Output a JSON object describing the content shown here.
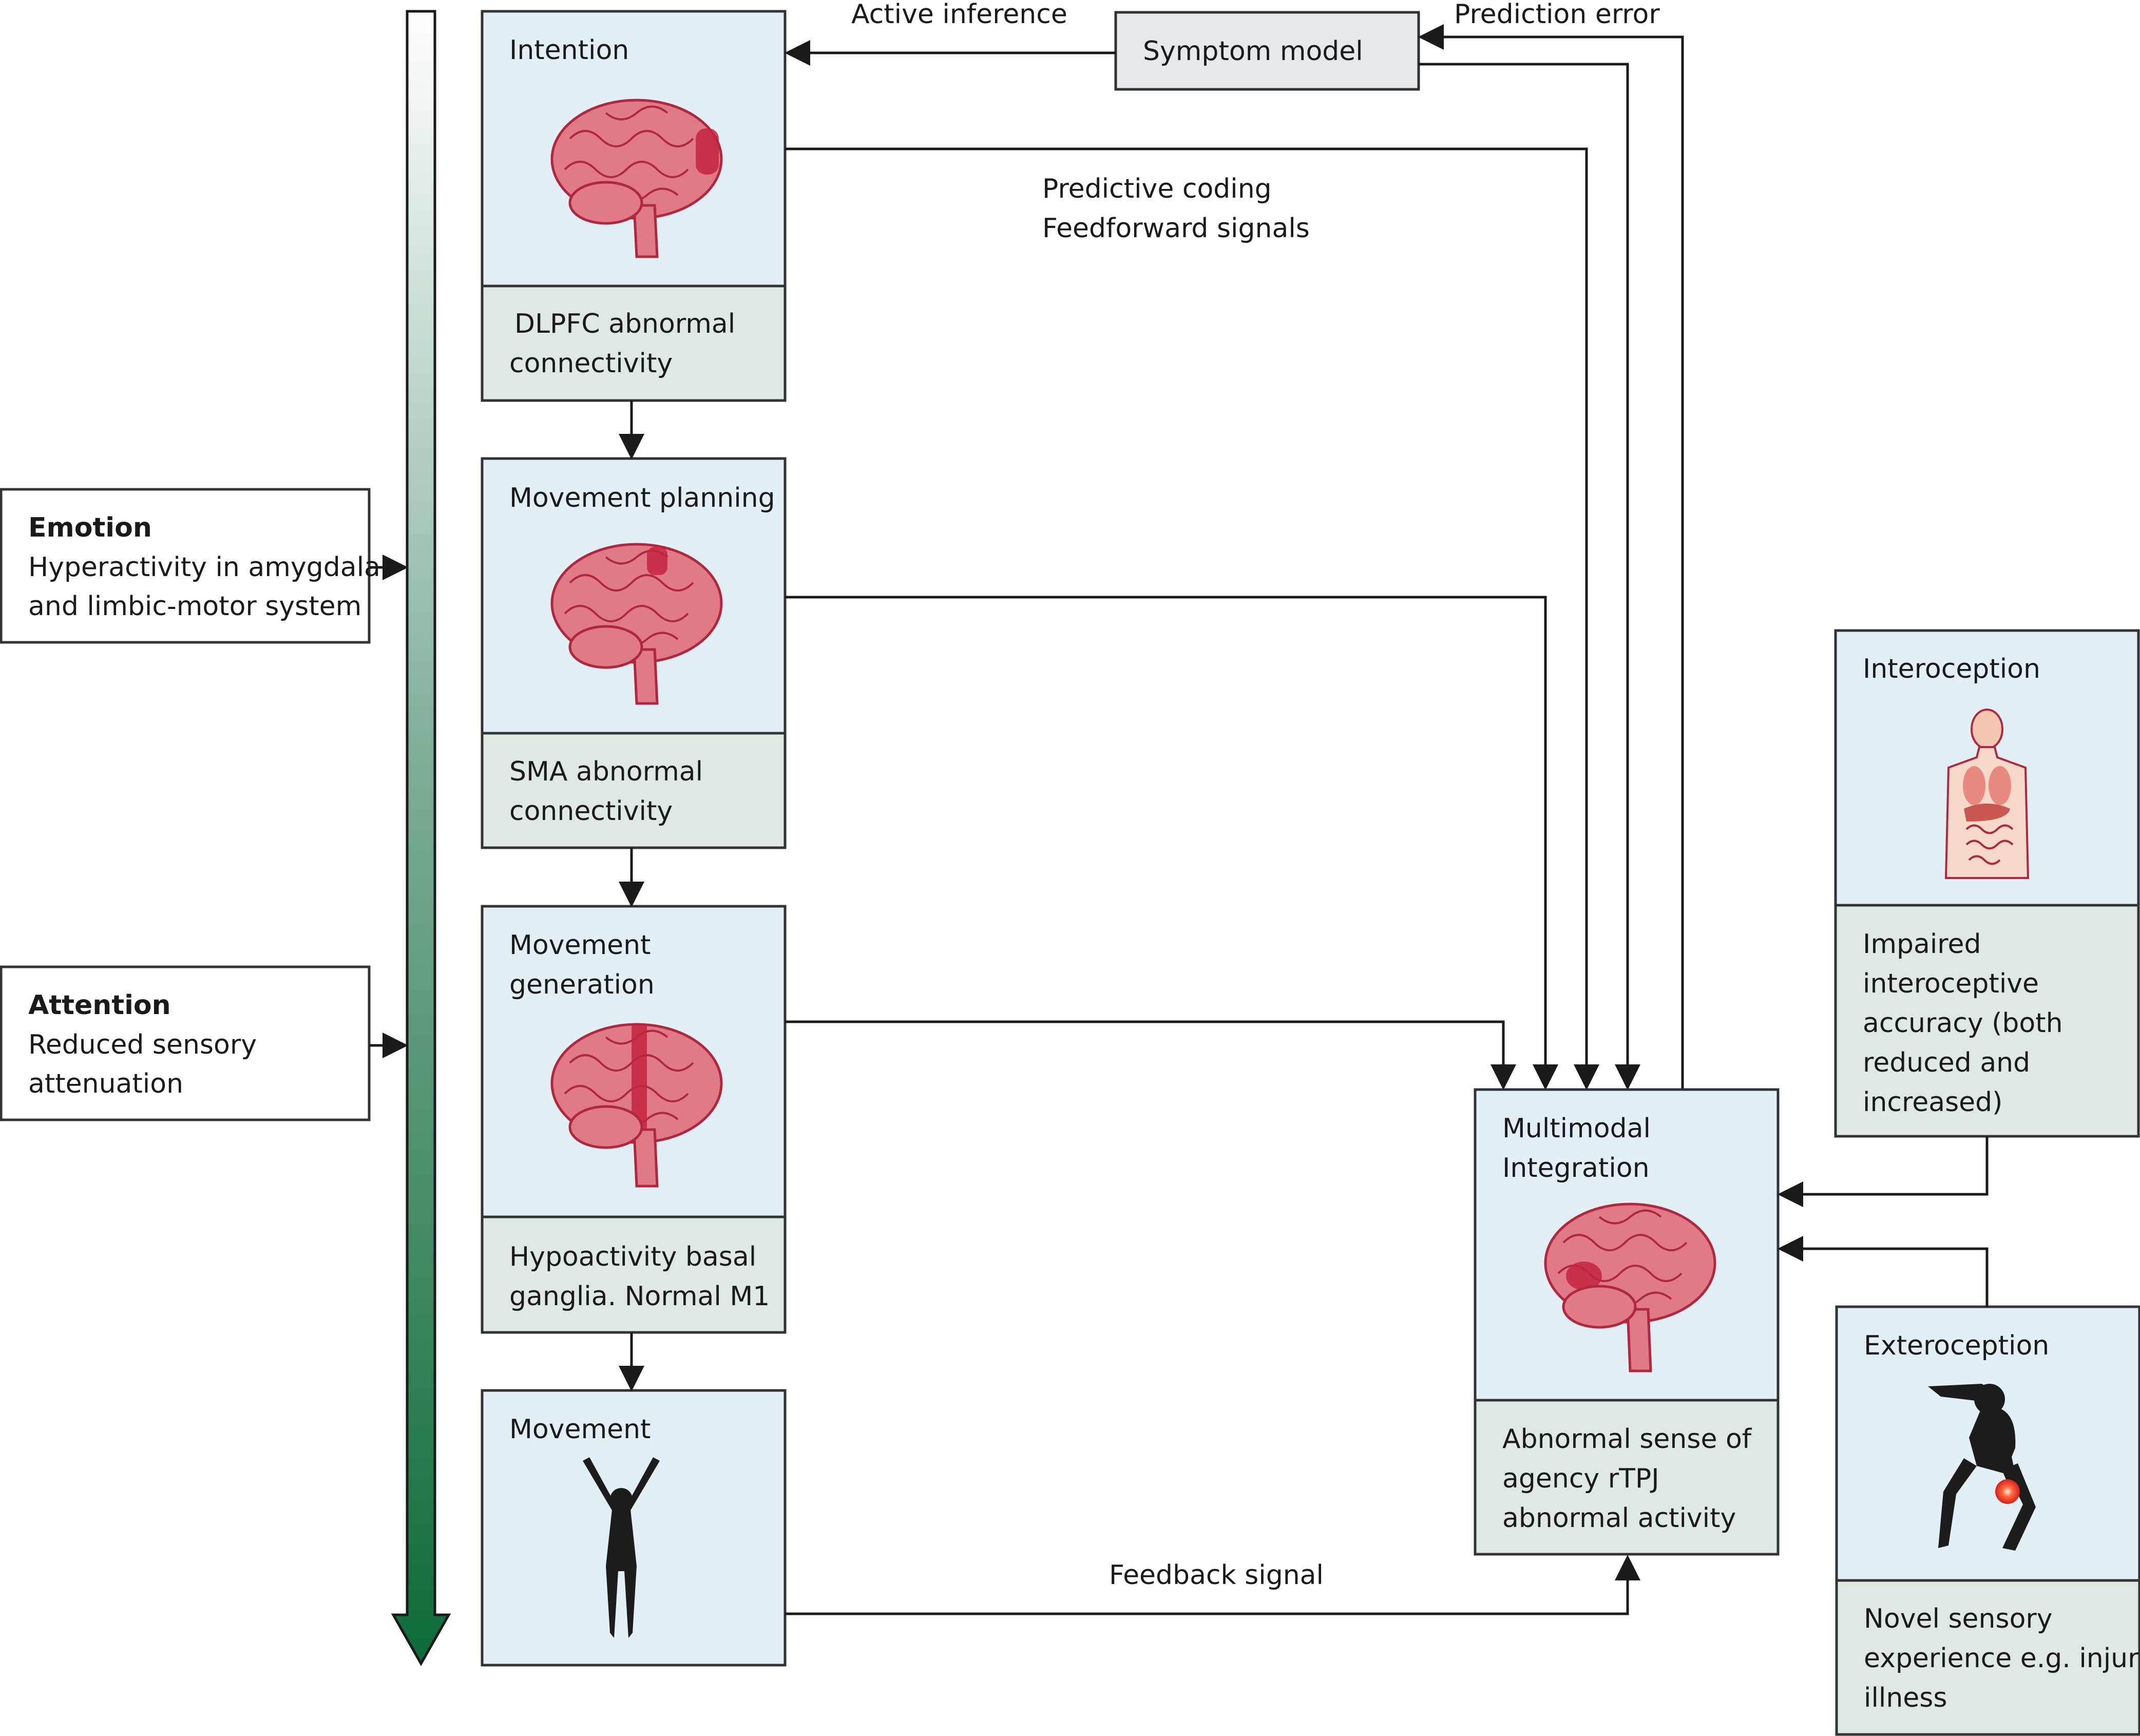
{
  "diagram": {
    "nodes": {
      "intention": {
        "title": "Intention",
        "caption": [
          "DLPFC abnormal",
          "connectivity"
        ]
      },
      "planning": {
        "title": "Movement planning",
        "caption": [
          "SMA abnormal",
          "connectivity"
        ]
      },
      "generation": {
        "title": [
          "Movement",
          "generation"
        ],
        "caption": [
          "Hypoactivity basal",
          "ganglia. Normal M1"
        ]
      },
      "movement": {
        "title": "Movement"
      },
      "integration": {
        "title": [
          "Multimodal",
          "Integration"
        ],
        "caption": [
          "Abnormal sense of",
          "agency rTPJ",
          "abnormal activity"
        ]
      },
      "interoception": {
        "title": "Interoception",
        "caption": [
          "Impaired",
          "interoceptive",
          "accuracy (both",
          "reduced and",
          "increased)"
        ]
      },
      "exteroception": {
        "title": "Exteroception",
        "caption": [
          "Novel sensory",
          "experience e.g. injury,",
          "illness"
        ]
      },
      "symptom_model": {
        "title": "Symptom model"
      },
      "emotion": {
        "title": "Emotion",
        "body": [
          "Hyperactivity in amygdala",
          "and limbic-motor system"
        ]
      },
      "attention": {
        "title": "Attention",
        "body": [
          "Reduced sensory",
          "attenuation"
        ]
      }
    },
    "edge_labels": {
      "active_inference": "Active inference",
      "prediction_error": "Prediction error",
      "predictive_coding": [
        "Predictive coding",
        "Feedforward signals"
      ],
      "feedback_signal": "Feedback signal"
    },
    "colors": {
      "panel_blue": "#e2f0f6",
      "panel_green": "#dde9e2",
      "brain": "#e07a86",
      "brain_outline": "#b0283f",
      "gradient_top": "#ffffff",
      "gradient_bottom": "#0e6b3a"
    },
    "icons": [
      "brain-icon",
      "human-torso-icon",
      "raised-arms-figure-icon",
      "discus-thrower-figure-icon",
      "injury-spot-icon"
    ]
  }
}
